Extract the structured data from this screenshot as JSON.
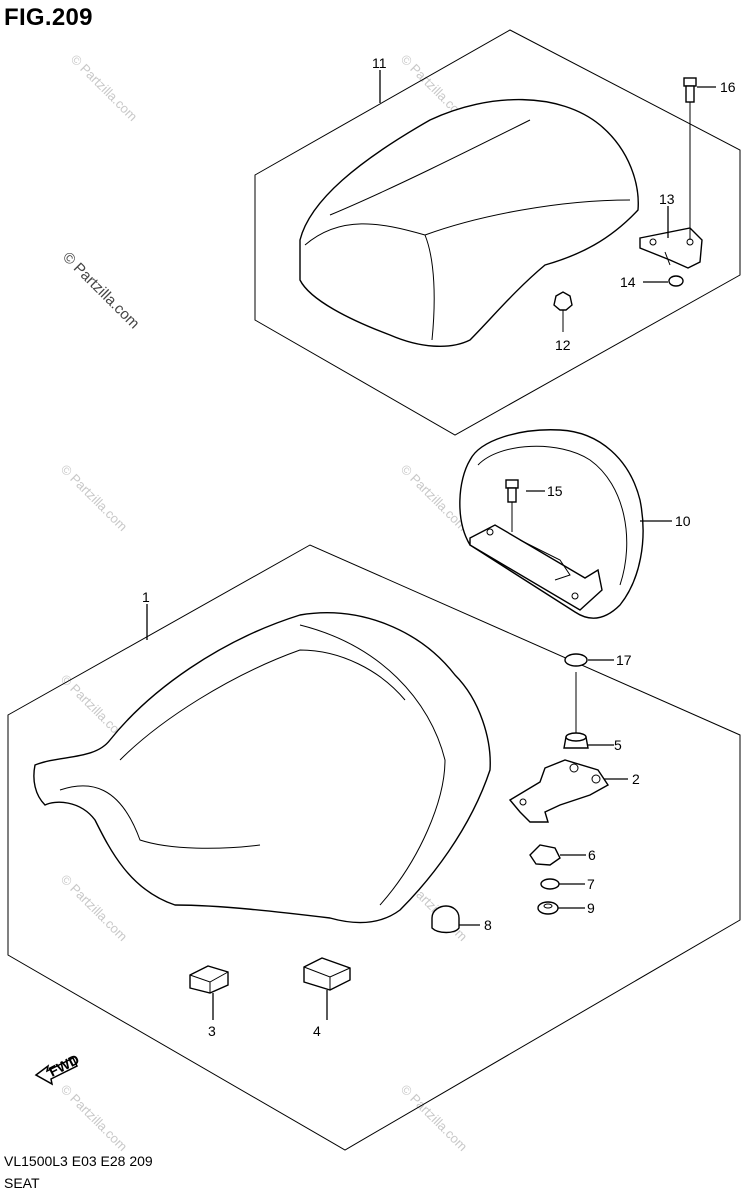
{
  "figure": {
    "title": "FIG.209",
    "model_line": "VL1500L3  E03  E28  209",
    "section_name": "SEAT"
  },
  "watermark": {
    "text": "© Partzilla.com"
  },
  "fwd_label": "FWD",
  "callouts": [
    "1",
    "2",
    "3",
    "4",
    "5",
    "6",
    "7",
    "8",
    "9",
    "10",
    "11",
    "12",
    "13",
    "14",
    "15",
    "16",
    "17"
  ],
  "parts": [
    {
      "ref": "1",
      "name": "seat-front"
    },
    {
      "ref": "2",
      "name": "bracket"
    },
    {
      "ref": "3",
      "name": "cushion-small"
    },
    {
      "ref": "4",
      "name": "cushion-large"
    },
    {
      "ref": "5",
      "name": "collar"
    },
    {
      "ref": "6",
      "name": "nut"
    },
    {
      "ref": "7",
      "name": "washer"
    },
    {
      "ref": "8",
      "name": "cushion-round"
    },
    {
      "ref": "9",
      "name": "grommet"
    },
    {
      "ref": "10",
      "name": "backrest"
    },
    {
      "ref": "11",
      "name": "seat-rear"
    },
    {
      "ref": "12",
      "name": "clip"
    },
    {
      "ref": "13",
      "name": "rear-bracket"
    },
    {
      "ref": "14",
      "name": "nut-rear"
    },
    {
      "ref": "15",
      "name": "bolt-backrest"
    },
    {
      "ref": "16",
      "name": "bolt-rear"
    },
    {
      "ref": "17",
      "name": "washer-top"
    }
  ]
}
